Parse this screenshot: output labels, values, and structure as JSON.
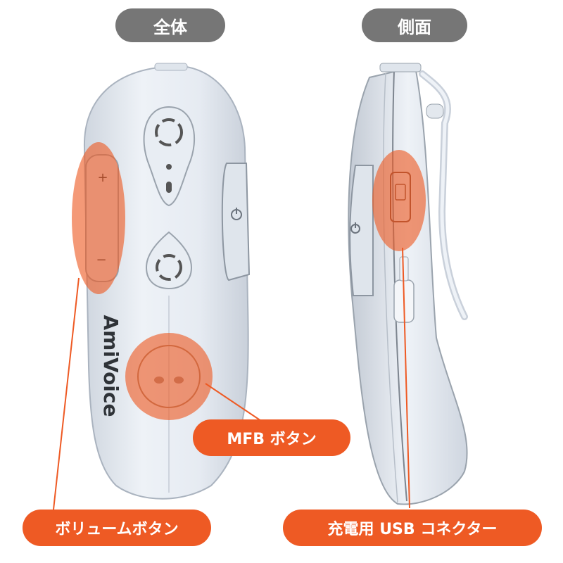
{
  "headers": {
    "overall": "全体",
    "side": "側面"
  },
  "device": {
    "brand": "AmiVoice",
    "plus_mark": "+",
    "minus_mark": "−"
  },
  "callouts": {
    "mfb": "MFB ボタン",
    "volume": "ボリュームボタン",
    "usb": "充電用 USB コネクター"
  },
  "colors": {
    "accent": "#EE5A24",
    "header_bg": "#767676",
    "device_body": "#E9EEF5"
  }
}
